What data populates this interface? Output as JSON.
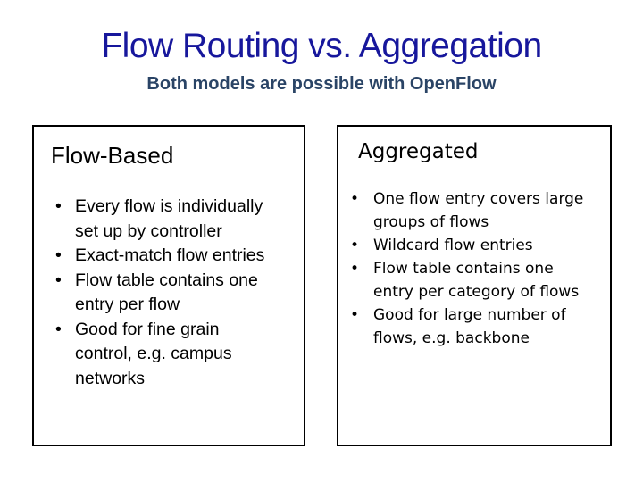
{
  "title": "Flow Routing vs. Aggregation",
  "subtitle": "Both models are possible with OpenFlow",
  "colors": {
    "title_text": "#17179c",
    "subtitle_text": "#2a4466",
    "body_text": "#000000",
    "box_border": "#000000",
    "background": "#ffffff"
  },
  "left_panel": {
    "heading": "Flow-Based",
    "bullets": [
      "Every flow is individually\nset up by controller",
      "Exact-match flow entries",
      "Flow table contains one\nentry per flow",
      "Good for fine grain\ncontrol, e.g. campus\nnetworks"
    ]
  },
  "right_panel": {
    "heading": "Aggregated",
    "bullets": [
      "One flow entry covers large\ngroups of flows",
      "Wildcard flow entries",
      "Flow table contains one\nentry per category of flows",
      "Good for large number of\nflows, e.g. backbone"
    ]
  }
}
